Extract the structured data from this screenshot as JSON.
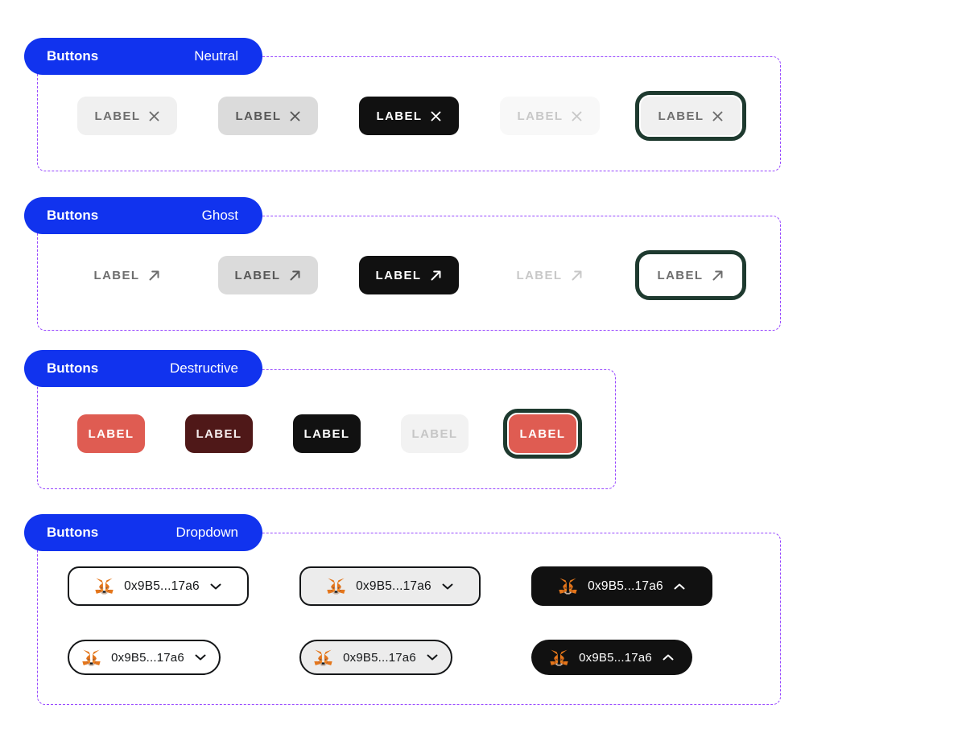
{
  "colors": {
    "tag_blue": "#1133EE",
    "frame_dashed_purple": "#9747FF",
    "focus_ring_green": "#1E3A2F",
    "neutral_gray_bg": "#F0F0F0",
    "neutral_hover_bg": "#DBDBDB",
    "pressed_black": "#111111",
    "disabled_text": "#C8C8C8",
    "destructive_red": "#DF5C52",
    "destructive_hover_dark_red": "#4F1818",
    "metamask_orange": "#E17726"
  },
  "sections": [
    {
      "component": "Buttons",
      "variant": "Neutral",
      "buttons": [
        {
          "label": "LABEL",
          "icon": "close-icon",
          "state": "default"
        },
        {
          "label": "LABEL",
          "icon": "close-icon",
          "state": "hover"
        },
        {
          "label": "LABEL",
          "icon": "close-icon",
          "state": "pressed"
        },
        {
          "label": "LABEL",
          "icon": "close-icon",
          "state": "disabled"
        },
        {
          "label": "LABEL",
          "icon": "close-icon",
          "state": "focus"
        }
      ]
    },
    {
      "component": "Buttons",
      "variant": "Ghost",
      "buttons": [
        {
          "label": "LABEL",
          "icon": "arrow-up-right-icon",
          "state": "default"
        },
        {
          "label": "LABEL",
          "icon": "arrow-up-right-icon",
          "state": "hover"
        },
        {
          "label": "LABEL",
          "icon": "arrow-up-right-icon",
          "state": "pressed"
        },
        {
          "label": "LABEL",
          "icon": "arrow-up-right-icon",
          "state": "disabled"
        },
        {
          "label": "LABEL",
          "icon": "arrow-up-right-icon",
          "state": "focus"
        }
      ]
    },
    {
      "component": "Buttons",
      "variant": "Destructive",
      "buttons": [
        {
          "label": "LABEL",
          "state": "default"
        },
        {
          "label": "LABEL",
          "state": "hover"
        },
        {
          "label": "LABEL",
          "state": "pressed"
        },
        {
          "label": "LABEL",
          "state": "disabled"
        },
        {
          "label": "LABEL",
          "state": "focus"
        }
      ]
    },
    {
      "component": "Buttons",
      "variant": "Dropdown",
      "buttons": [
        {
          "label": "0x9B5...17a6",
          "leading_icon": "metamask-fox-icon",
          "icon": "chevron-down-icon",
          "state": "default",
          "size": "large"
        },
        {
          "label": "0x9B5...17a6",
          "leading_icon": "metamask-fox-icon",
          "icon": "chevron-down-icon",
          "state": "hover",
          "size": "large"
        },
        {
          "label": "0x9B5...17a6",
          "leading_icon": "metamask-fox-icon",
          "icon": "chevron-up-icon",
          "state": "pressed",
          "size": "large"
        },
        {
          "label": "0x9B5...17a6",
          "leading_icon": "metamask-fox-icon",
          "icon": "chevron-down-icon",
          "state": "default",
          "size": "small"
        },
        {
          "label": "0x9B5...17a6",
          "leading_icon": "metamask-fox-icon",
          "icon": "chevron-down-icon",
          "state": "hover",
          "size": "small"
        },
        {
          "label": "0x9B5...17a6",
          "leading_icon": "metamask-fox-icon",
          "icon": "chevron-up-icon",
          "state": "pressed",
          "size": "small"
        }
      ]
    }
  ]
}
